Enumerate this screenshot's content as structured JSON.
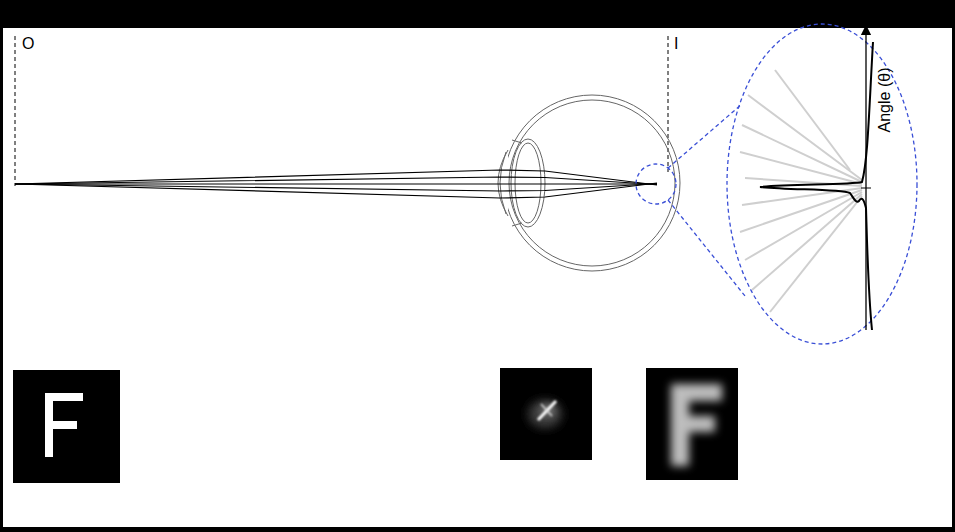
{
  "diagram": {
    "labels": [
      "O",
      "I",
      "Angle (θ)"
    ]
  }
}
